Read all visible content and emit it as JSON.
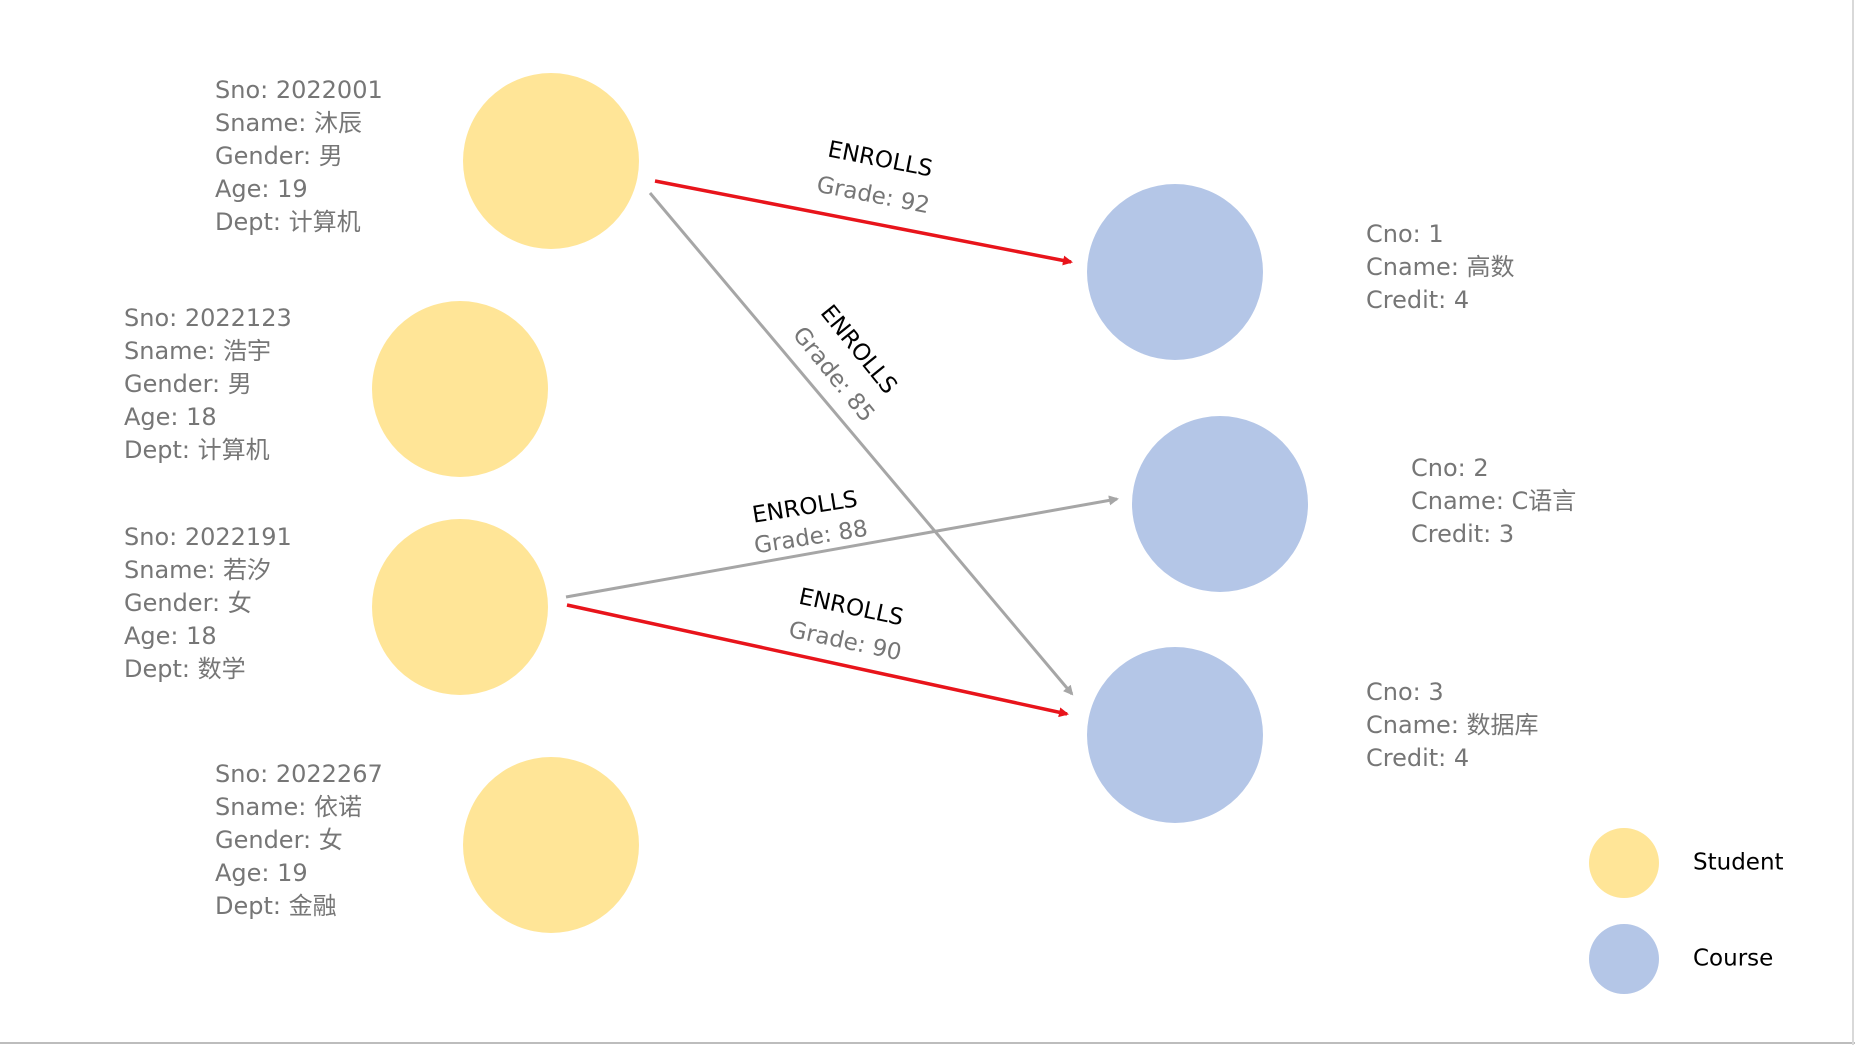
{
  "colors": {
    "student": "#FFE597",
    "course": "#B4C6E7",
    "edge_highlight": "#E8141B",
    "edge_normal": "#A6A6A6",
    "prop_text": "#767676",
    "label_text": "#000000",
    "grade_text": "#767676"
  },
  "students": [
    {
      "id": "s1",
      "props": [
        "Sno: 2022001",
        "Sname: 沐辰",
        "Gender: 男",
        "Age: 19",
        "Dept: 计算机"
      ]
    },
    {
      "id": "s2",
      "props": [
        "Sno: 2022123",
        "Sname: 浩宇",
        "Gender: 男",
        "Age: 18",
        "Dept: 计算机"
      ]
    },
    {
      "id": "s3",
      "props": [
        "Sno: 2022191",
        "Sname: 若汐",
        "Gender: 女",
        "Age: 18",
        "Dept: 数学"
      ]
    },
    {
      "id": "s4",
      "props": [
        "Sno: 2022267",
        "Sname: 依诺",
        "Gender: 女",
        "Age: 19",
        "Dept: 金融"
      ]
    }
  ],
  "courses": [
    {
      "id": "c1",
      "props": [
        "Cno: 1",
        "Cname: 高数",
        "Credit: 4"
      ]
    },
    {
      "id": "c2",
      "props": [
        "Cno: 2",
        "Cname: C语言",
        "Credit: 3"
      ]
    },
    {
      "id": "c3",
      "props": [
        "Cno: 3",
        "Cname: 数据库",
        "Credit: 4"
      ]
    }
  ],
  "edges": [
    {
      "from": "s1",
      "to": "c1",
      "label": "ENROLLS",
      "grade": "Grade: 92",
      "highlight": true
    },
    {
      "from": "s1",
      "to": "c3",
      "label": "ENROLLS",
      "grade": "Grade: 85",
      "highlight": false
    },
    {
      "from": "s3",
      "to": "c2",
      "label": "ENROLLS",
      "grade": "Grade: 88",
      "highlight": false
    },
    {
      "from": "s3",
      "to": "c3",
      "label": "ENROLLS",
      "grade": "Grade: 90",
      "highlight": true
    }
  ],
  "legend": {
    "student_label": "Student",
    "course_label": "Course"
  }
}
